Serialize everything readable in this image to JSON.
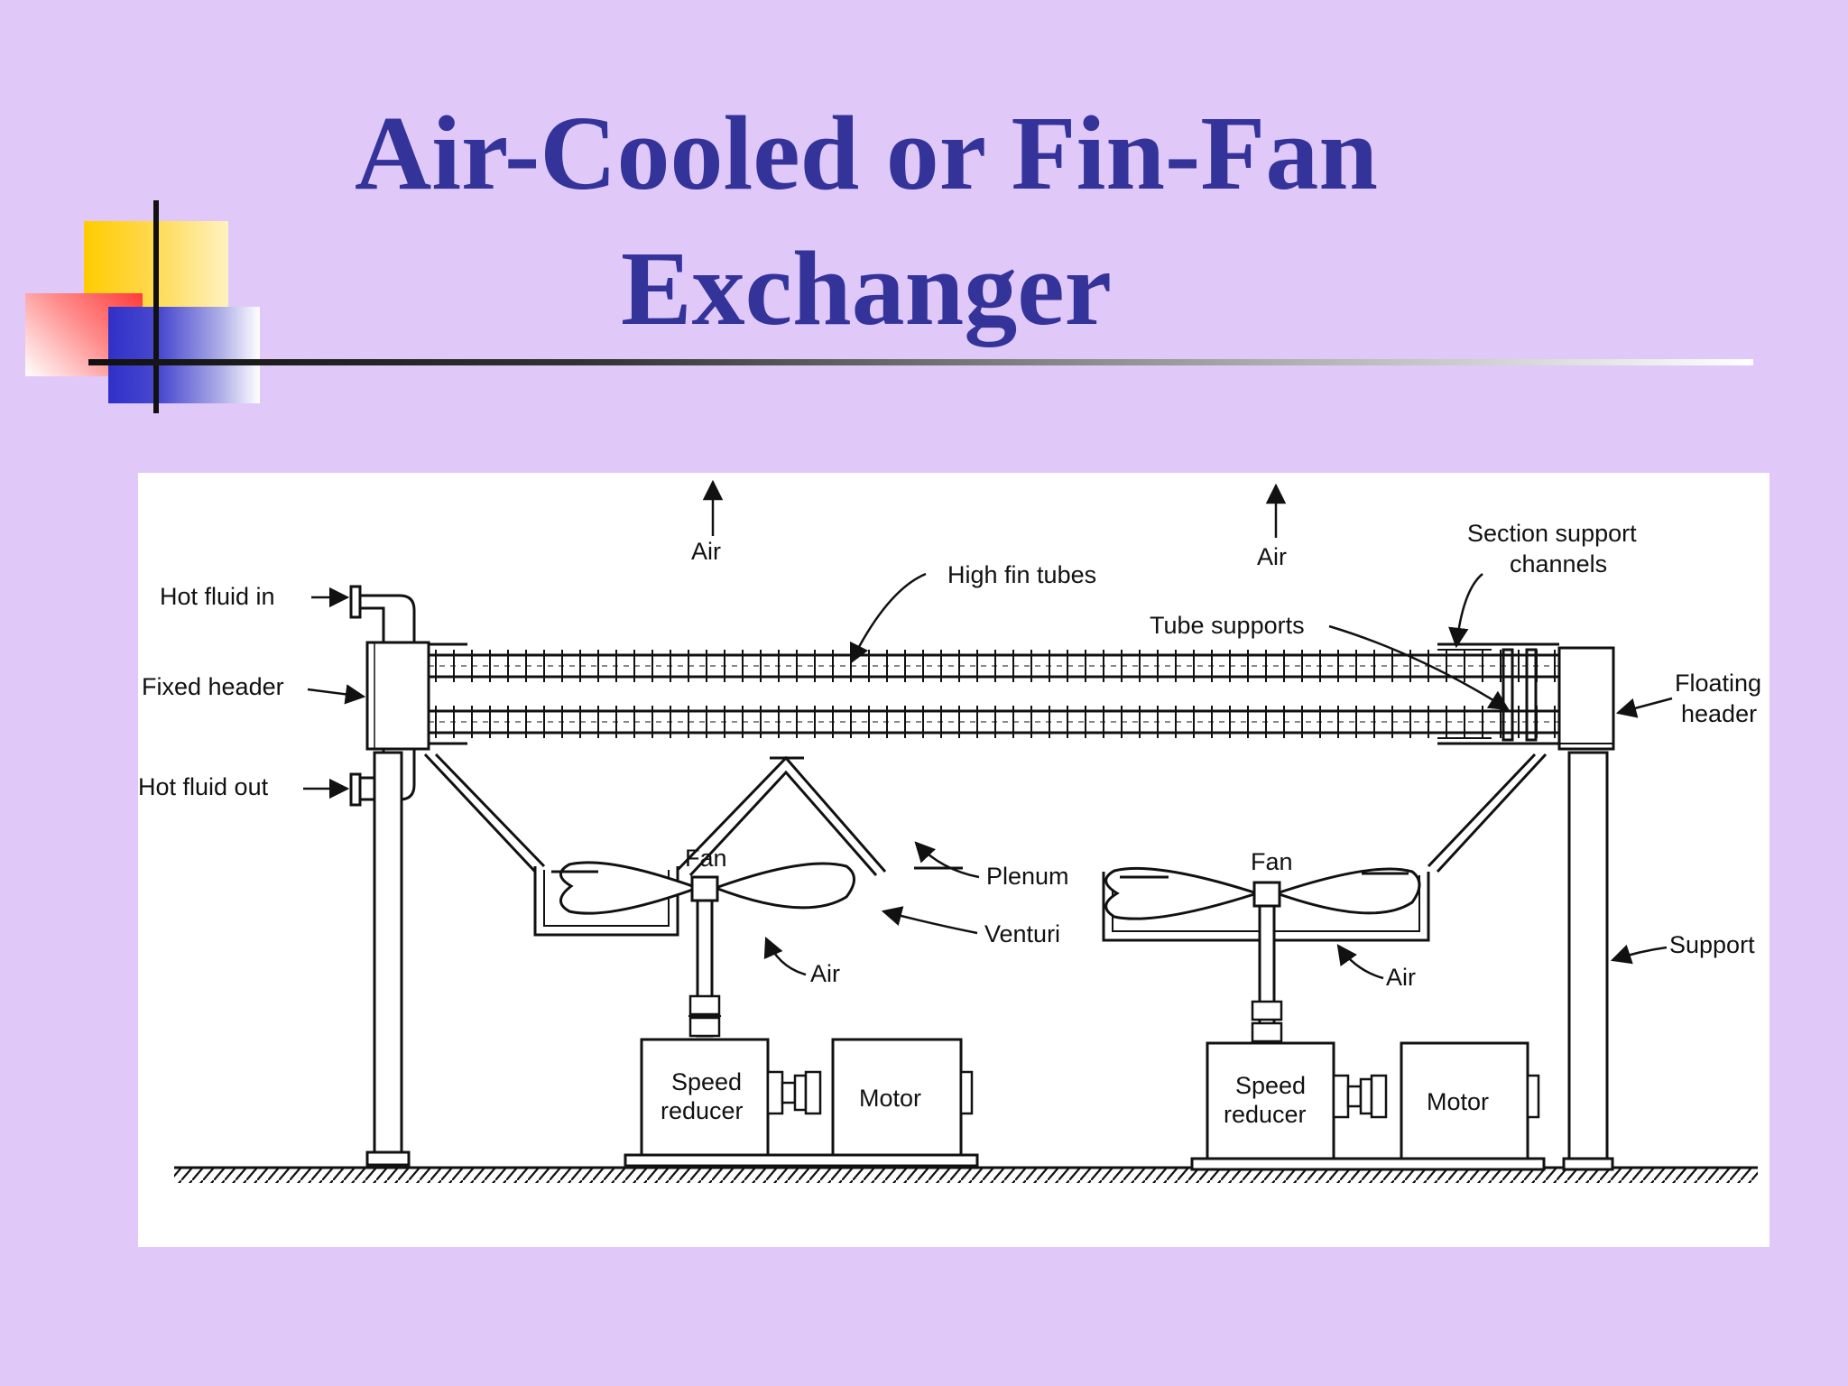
{
  "slide": {
    "title_line1": "Air-Cooled or Fin-Fan",
    "title_line2": "Exchanger"
  },
  "diagram": {
    "labels": {
      "air_top_left": "Air",
      "air_top_right": "Air",
      "high_fin_tubes": "High fin tubes",
      "section_support_line1": "Section support",
      "section_support_line2": "channels",
      "tube_supports": "Tube supports",
      "hot_fluid_in": "Hot fluid in",
      "fixed_header": "Fixed header",
      "hot_fluid_out": "Hot fluid out",
      "floating_header_line1": "Floating",
      "floating_header_line2": "header",
      "fan_left": "Fan",
      "fan_right": "Fan",
      "plenum": "Plenum",
      "venturi": "Venturi",
      "air_bottom_left": "Air",
      "air_bottom_right": "Air",
      "support": "Support",
      "speed_reducer_left_line1": "Speed",
      "speed_reducer_left_line2": "reducer",
      "speed_reducer_right_line1": "Speed",
      "speed_reducer_right_line2": "reducer",
      "motor_left": "Motor",
      "motor_right": "Motor"
    }
  },
  "colors": {
    "background": "#e0c8f8",
    "title": "#333399",
    "diagram_ink": "#111111"
  }
}
